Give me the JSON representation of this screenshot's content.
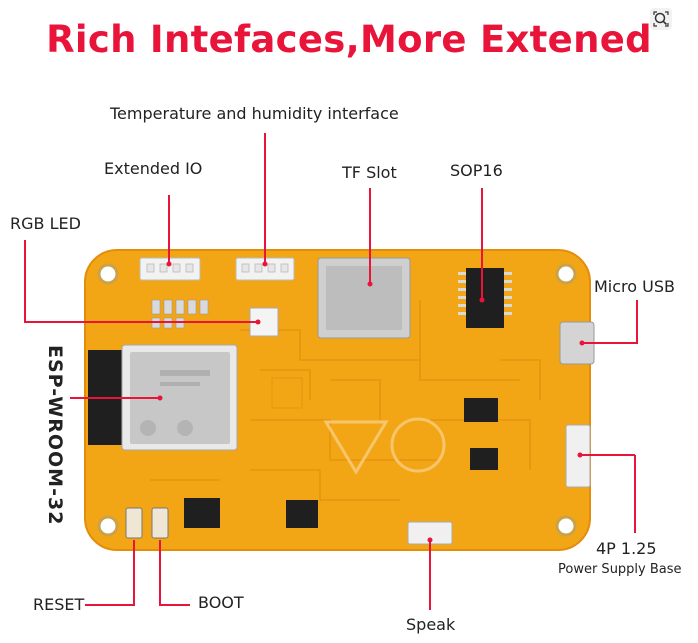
{
  "title": "Rich Intefaces,More Extened",
  "labels": {
    "temp_humidity": "Temperature and humidity interface",
    "extended_io": "Extended IO",
    "tf_slot": "TF Slot",
    "sop16": "SOP16",
    "rgb_led": "RGB LED",
    "micro_usb": "Micro USB",
    "esp_module": "ESP-WROOM-32",
    "power_base_line1": "4P 1.25",
    "power_base_line2": "Power Supply Base",
    "reset": "RESET",
    "boot": "BOOT",
    "speak": "Speak"
  },
  "icons": [
    "zoom-icon"
  ],
  "colors": {
    "title": "#e8143a",
    "callout_line": "#e8143a",
    "board": "#f2a616",
    "board_edge": "#e48c0c",
    "chip": "#1f1f1f",
    "module_shield": "#c7c7c7"
  }
}
